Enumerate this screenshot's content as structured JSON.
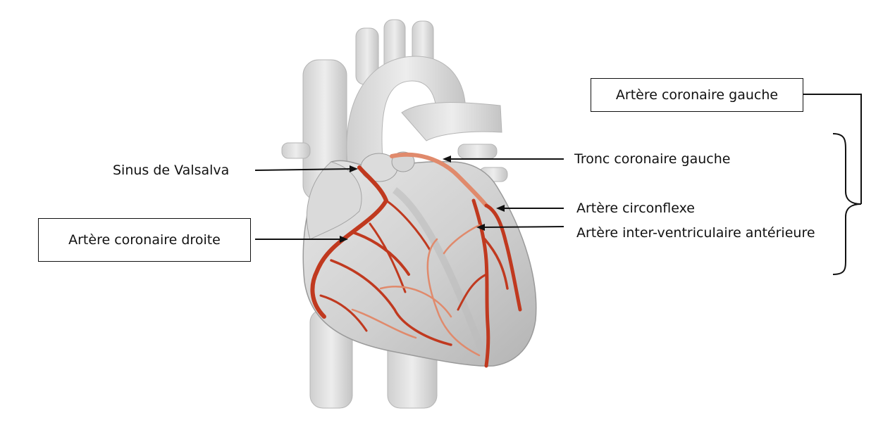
{
  "labels": {
    "left_coronary": "Artère coronaire gauche",
    "right_coronary": "Artère coronaire droite",
    "sinus": "Sinus de Valsalva",
    "left_main": "Tronc coronaire gauche",
    "circumflex": "Artère circonflexe",
    "lad": "Artère inter-ventriculaire antérieure"
  },
  "colors": {
    "artery": "#c0391f",
    "artery_faint": "#e08a6c",
    "heart": "#d2d2d2",
    "heart_shadow": "#a9a9a9",
    "line": "#111111"
  }
}
